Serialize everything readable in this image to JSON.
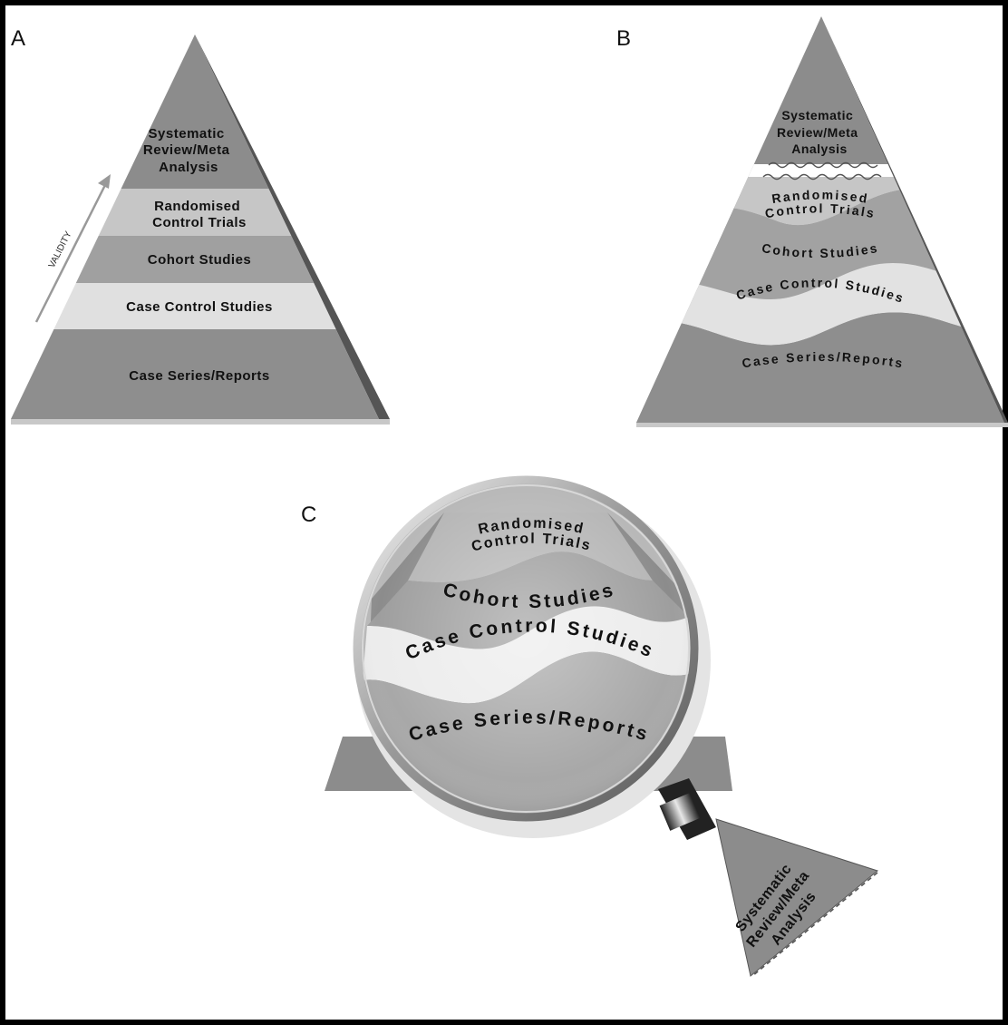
{
  "panels": {
    "a": {
      "letter": "A",
      "validity_label": "VALIDITY",
      "levels": {
        "systematic": [
          "Systematic",
          "Review/Meta",
          "Analysis"
        ],
        "rct": [
          "Randomised",
          "Control Trials"
        ],
        "cohort": "Cohort Studies",
        "case_control": "Case Control Studies",
        "case_series": "Case Series/Reports"
      }
    },
    "b": {
      "letter": "B",
      "levels": {
        "systematic": [
          "Systematic",
          "Review/Meta",
          "Analysis"
        ],
        "rct": [
          "Randomised",
          "Control Trials"
        ],
        "cohort": "Cohort Studies",
        "case_control": "Case Control Studies",
        "case_series": "Case Series/Reports"
      }
    },
    "c": {
      "letter": "C",
      "levels": {
        "rct": [
          "Randomised",
          "Control Trials"
        ],
        "cohort": "Cohort Studies",
        "case_control": "Case Control Studies",
        "case_series": "Case Series/Reports",
        "systematic": [
          "Systematic",
          "Review/Meta",
          "Analysis"
        ]
      }
    }
  },
  "colors": {
    "frame": "#000000",
    "dark_band": "#8c8c8c",
    "mid_band": "#a2a2a2",
    "light_band": "#c6c6c6",
    "lightest_band": "#e0e0e0",
    "validity_arrow": "#999999"
  }
}
